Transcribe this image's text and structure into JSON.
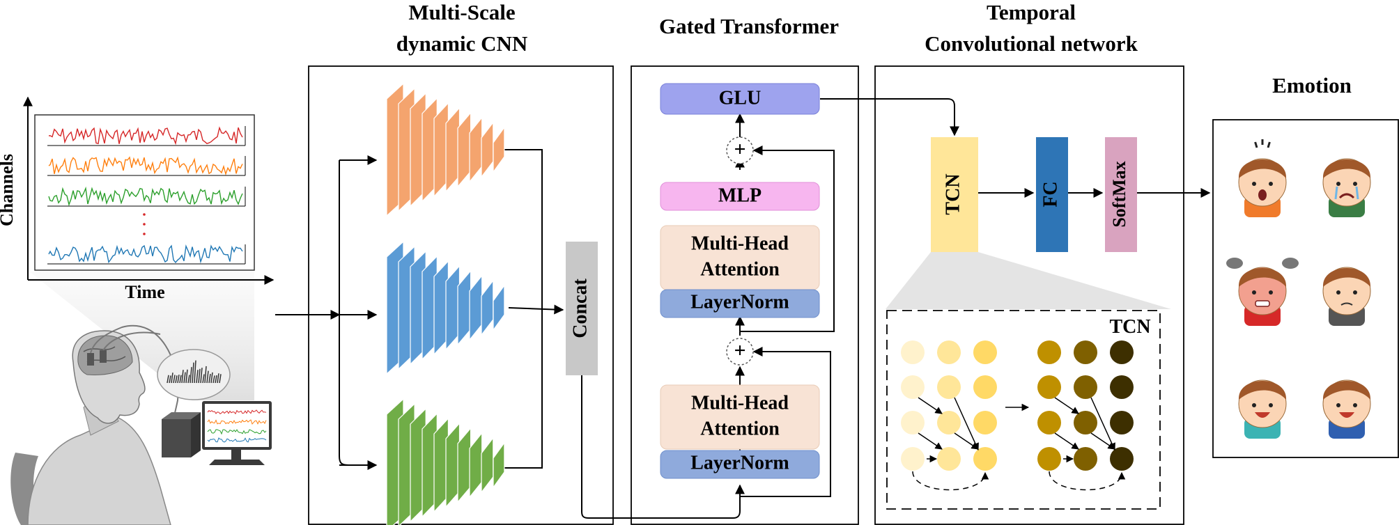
{
  "titles": {
    "cnn_line1": "Multi-Scale",
    "cnn_line2": "dynamic CNN",
    "transformer": "Gated Transformer",
    "tcn_line1": "Temporal",
    "tcn_line2": "Convolutional network",
    "emotion": "Emotion"
  },
  "eeg": {
    "y_axis_label": "Channels",
    "x_axis_label": "Time",
    "trace_colors": [
      "#d62728",
      "#ff7f0e",
      "#2ca02c",
      "#1f77b4"
    ],
    "dots_color": "#d62728"
  },
  "cnn": {
    "branch_colors": [
      "#f4a46e",
      "#5b9bd5",
      "#70ad47"
    ],
    "concat_label": "Concat"
  },
  "transformer": {
    "glu": "GLU",
    "mlp": "MLP",
    "mha_top_line1": "Multi-Head",
    "mha_top_line2": "Attention",
    "ln_top": "LayerNorm",
    "mha_bottom_line1": "Multi-Head",
    "mha_bottom_line2": "Attention",
    "ln_bottom": "LayerNorm",
    "plus_symbol": "+"
  },
  "tcn": {
    "tcn_block": "TCN",
    "fc": "FC",
    "softmax": "SoftMax",
    "detail_label": "TCN",
    "colors": {
      "tcn": "#ffe699",
      "fc": "#2e75b6",
      "softmax": "#d9a3bf",
      "light_nodes": [
        "#fff2cc",
        "#ffe699",
        "#ffd966"
      ],
      "dark_nodes": [
        "#bf9000",
        "#7f6000",
        "#3d2f00"
      ]
    }
  },
  "emotions": {
    "faces": [
      "surprised",
      "sad",
      "angry",
      "neutral",
      "happy",
      "calm"
    ]
  }
}
